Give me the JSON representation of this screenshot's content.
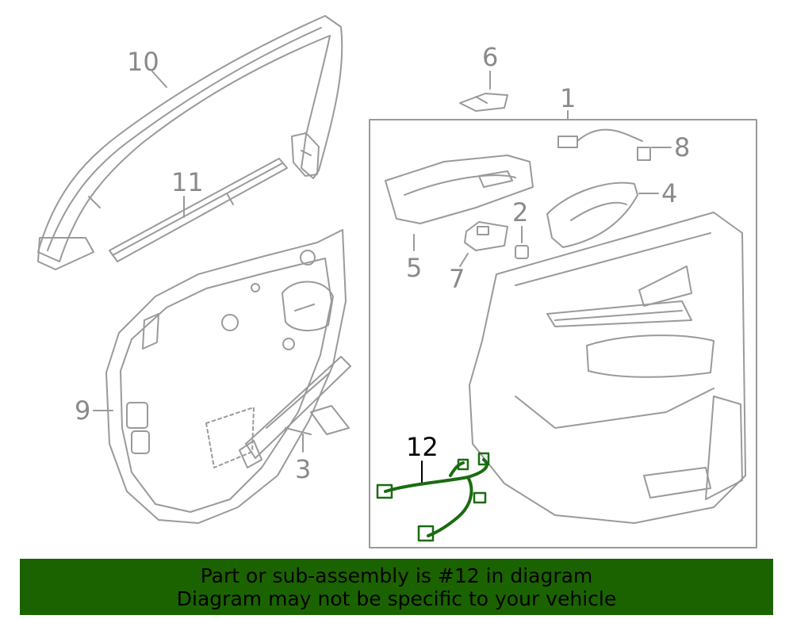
{
  "colors": {
    "line": "#9a9a9a",
    "highlight_part": "#1b6b12",
    "banner_background": "#1b6300",
    "banner_text": "#000000"
  },
  "callouts": [
    {
      "id": "1",
      "label": "1"
    },
    {
      "id": "2",
      "label": "2"
    },
    {
      "id": "3",
      "label": "3"
    },
    {
      "id": "4",
      "label": "4"
    },
    {
      "id": "5",
      "label": "5"
    },
    {
      "id": "6",
      "label": "6"
    },
    {
      "id": "7",
      "label": "7"
    },
    {
      "id": "8",
      "label": "8"
    },
    {
      "id": "9",
      "label": "9"
    },
    {
      "id": "10",
      "label": "10"
    },
    {
      "id": "11",
      "label": "11"
    },
    {
      "id": "12",
      "label": "12",
      "highlighted": true
    }
  ],
  "banner": {
    "line1": "Part or sub-assembly is #12 in diagram",
    "line2": "Diagram may not be specific to your vehicle"
  }
}
